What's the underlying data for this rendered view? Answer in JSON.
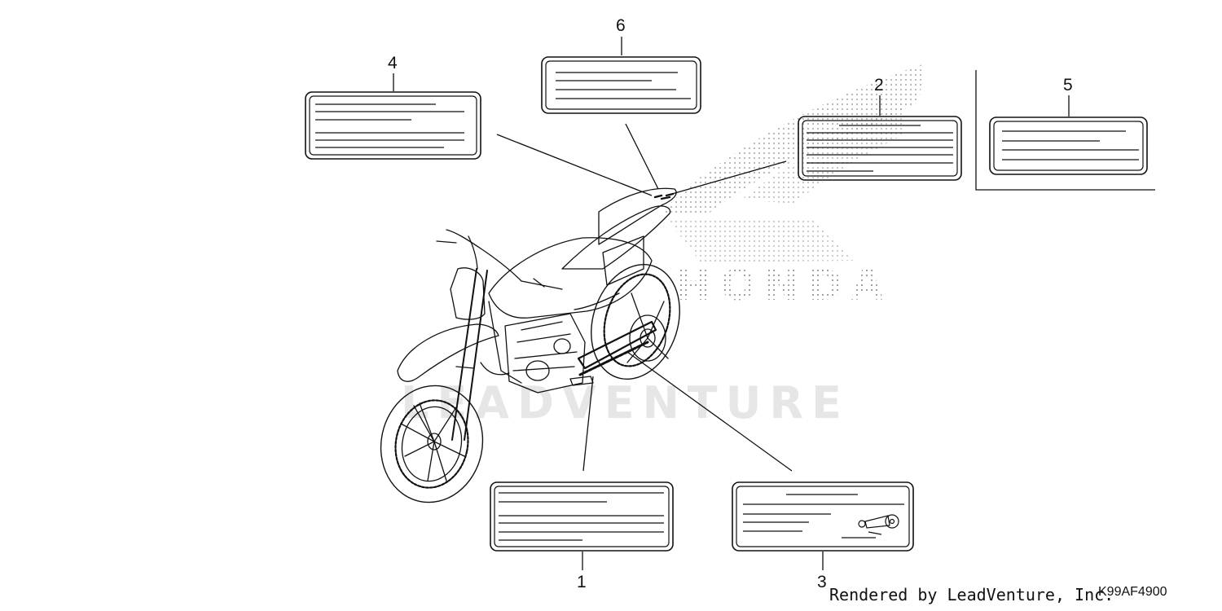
{
  "diagram": {
    "callouts": {
      "label_1": "1",
      "label_2": "2",
      "label_3": "3",
      "label_4": "4",
      "label_5": "5",
      "label_6": "6"
    },
    "watermarks": {
      "brand_wing": "HONDA",
      "leadventure": "LEADVENTURE"
    },
    "footer": {
      "credit": "Rendered by LeadVenture, Inc.",
      "diagram_code": "K99AF4900"
    }
  },
  "colors": {
    "ink": "#111111",
    "watermark": "#e6e6e6",
    "dots": "#9a9a9a"
  }
}
